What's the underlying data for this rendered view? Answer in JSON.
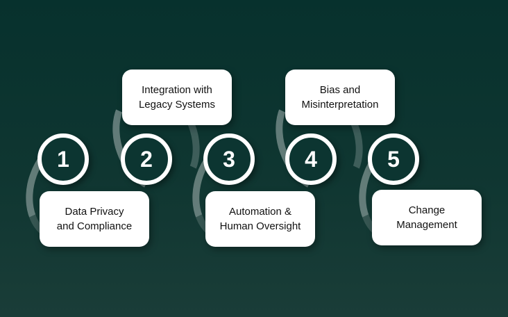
{
  "diagram": {
    "colors": {
      "background_top": "#07312d",
      "background_bottom": "#1a3d38",
      "circle_fill": "#0c3531",
      "ring": "#ffffff",
      "card": "#ffffff",
      "text_dark": "#111111"
    },
    "steps": [
      {
        "number": "1",
        "label": "Data Privacy\nand Compliance",
        "position": "below"
      },
      {
        "number": "2",
        "label": "Integration with\nLegacy Systems",
        "position": "above"
      },
      {
        "number": "3",
        "label": "Automation &\nHuman Oversight",
        "position": "below"
      },
      {
        "number": "4",
        "label": "Bias and\nMisinterpretation",
        "position": "above"
      },
      {
        "number": "5",
        "label": "Change\nManagement",
        "position": "below"
      }
    ]
  }
}
